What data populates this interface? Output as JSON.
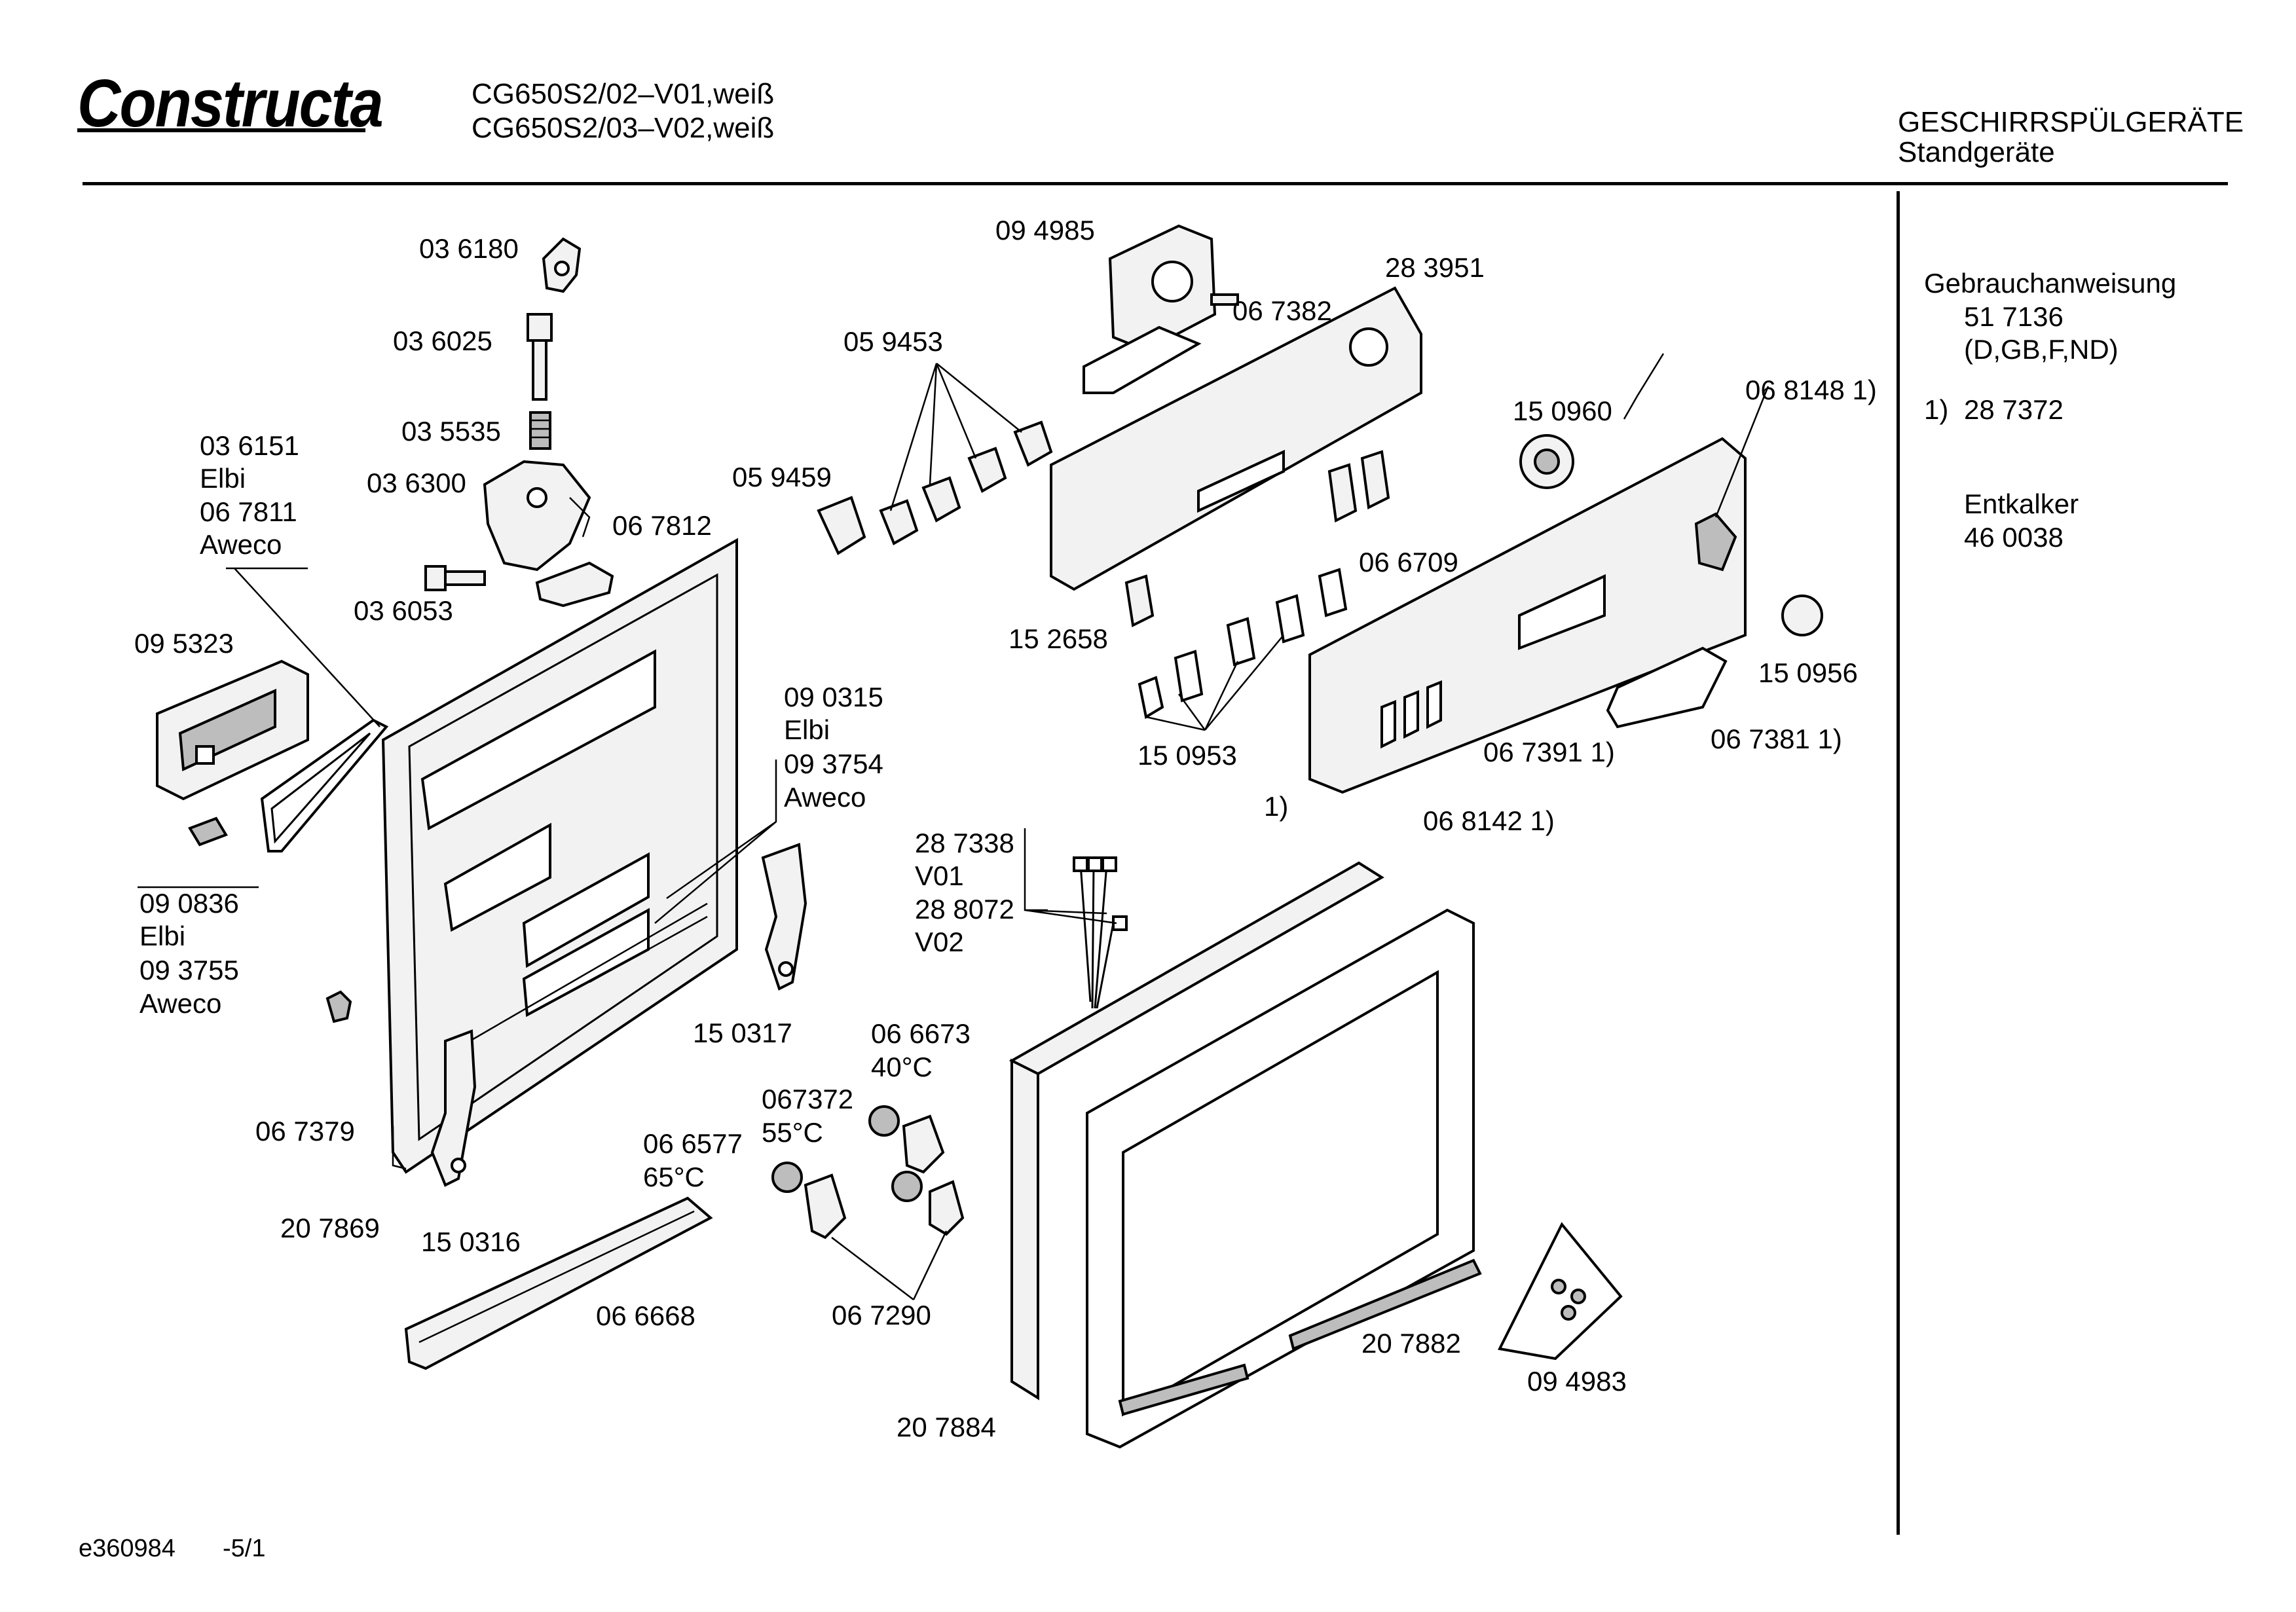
{
  "header": {
    "brand": "Constructa",
    "models": [
      "CG650S2/02–V01,weiß",
      "CG650S2/03–V02,weiß"
    ],
    "category": "GESCHIRRSPÜLGERÄTE",
    "subcategory": "Standgeräte"
  },
  "parts": {
    "p036180": "03 6180",
    "p036025": "03 6025",
    "p035535": "03 5535",
    "p036300": "03 6300",
    "p067812": "06 7812",
    "p036053": "03 6053",
    "p036151": "03 6151",
    "elbi1": "Elbi",
    "p067811": "06 7811",
    "aweco1": "Aweco",
    "p095323": "09 5323",
    "p090836": "09 0836",
    "elbi2": "Elbi",
    "p093755": "09 3755",
    "aweco2": "Aweco",
    "p067379": "06 7379",
    "p207869": "20 7869",
    "p150316": "15 0316",
    "p090315": "09 0315",
    "elbi3": "Elbi",
    "p093754": "09 3754",
    "aweco3": "Aweco",
    "p150317": "15 0317",
    "p066668": "06 6668",
    "p094985": "09 4985",
    "p059453": "05 9453",
    "p059459": "05 9459",
    "p067382": "06 7382",
    "p283951": "28 3951",
    "p152658": "15 2658",
    "p066709": "06 6709",
    "p150960": "15 0960",
    "p068148": "06 8148 1)",
    "p150956": "15 0956",
    "p150953": "15 0953",
    "fn1": "1)",
    "p067391": "06 7391 1)",
    "p067381": "06 7381 1)",
    "p068142": "06 8142 1)",
    "p287338": "28 7338",
    "v01": "V01",
    "p288072": "28 8072",
    "v02": "V02",
    "p066673": "06 6673",
    "t40": "40°C",
    "p067372": "067372",
    "t55": "55°C",
    "p066577": "06 6577",
    "t65": "65°C",
    "p067290": "06 7290",
    "p207884": "20 7884",
    "p207882": "20 7882",
    "p094983": "09 4983"
  },
  "sidebar": {
    "manual_label": "Gebrauchanweisung",
    "manual_number": "51 7136",
    "manual_langs": "(D,GB,F,ND)",
    "footnote_mark": "1)",
    "footnote_number": "28 7372",
    "descaler_label": "Entkalker",
    "descaler_number": "46 0038"
  },
  "footer": {
    "drawing_id": "e360984",
    "page": "-5/1"
  }
}
